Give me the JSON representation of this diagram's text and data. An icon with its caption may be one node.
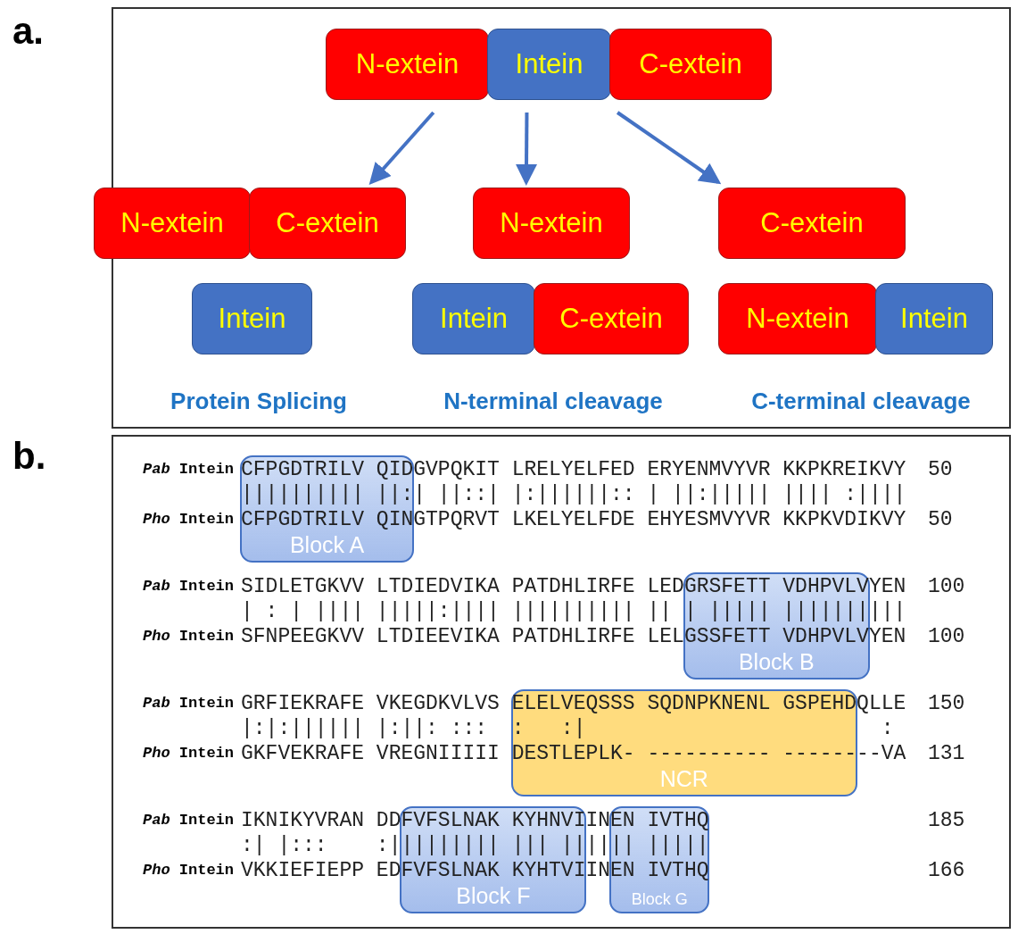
{
  "diagram": {
    "nodes": [
      {
        "text": [
          "N-extein"
        ]
      },
      {
        "text": [
          "Intein"
        ]
      },
      {
        "text": [
          "C-extein"
        ]
      },
      {
        "text": [
          "N-extein"
        ]
      },
      {
        "text": [
          "C-extein"
        ]
      },
      {
        "text": [
          "N-extein"
        ]
      },
      {
        "text": [
          "C-extein"
        ]
      },
      {
        "text": [
          "Intein"
        ]
      },
      {
        "text": [
          "Intein"
        ]
      },
      {
        "text": [
          "C-extein"
        ]
      },
      {
        "text": [
          "N-extein"
        ]
      },
      {
        "text": [
          "Intein"
        ]
      },
      {
        "text": [
          "Block A"
        ]
      },
      {
        "text": [
          "Block B"
        ]
      },
      {
        "text": [
          "NCR"
        ]
      },
      {
        "text": [
          "Block F"
        ]
      },
      {
        "text": [
          "Block G"
        ]
      }
    ],
    "edges": [
      {
        "from": 0,
        "to": 4,
        "arrow": "to"
      },
      {
        "from": 1,
        "to": 5,
        "arrow": "to"
      },
      {
        "from": 2,
        "to": 6,
        "arrow": "to"
      }
    ],
    "labels": [
      "a.",
      "Protein Splicing",
      "N-terminal cleavage",
      "C-terminal cleavage",
      "b.",
      "*Pab* Intein",
      "CFPGDTRILV QIDGVPQKIT LRELYELFED ERYENMVYVR KKPKREIKVY",
      "50",
      "|||||||||| ||:| ||::| |:||||||:: | ||:||||| |||| :||||",
      "*Pho* Intein",
      "CFPGDTRILV QINGTPQRVT LKELYELFDE EHYESMVYVR KKPKVDIKVY",
      "50",
      "*Pab* Intein",
      "SIDLETGKVV LTDIEDVIKA PATDHLIRFE LEDGRSFETT VDHPVLVYEN",
      "100",
      "| : | |||| |||||:|||| |||||||||| || | ||||| ||||||||||",
      "*Pho* Intein",
      "SFNPEEGKVV LTDIEEVIKA PATDHLIRFE LELGSSFETT VDHPVLVYEN",
      "100",
      "*Pab* Intein",
      "GRFIEKRAFE VKEGDKVLVS ELELVEQSSS SQDNPKNENL GSPEHDQLLE",
      "150",
      "|:|:|||||| |:||: :::  :   :|                        :",
      "*Pho* Intein",
      "GKFVEKRAFE VREGNIIIII DESTLEPLK- ---------- --------VA",
      "131",
      "*Pab* Intein",
      "IKNIKYVRAN DDFVFSLNAK KYHNVIINEN IVTHQ",
      "185",
      ":| |:::    :||||||||| ||| |||||| |||||",
      "*Pho* Intein",
      "VKKIEFIEPP EDFVFSLNAK KYHTVIINEN IVTHQ",
      "166"
    ]
  }
}
